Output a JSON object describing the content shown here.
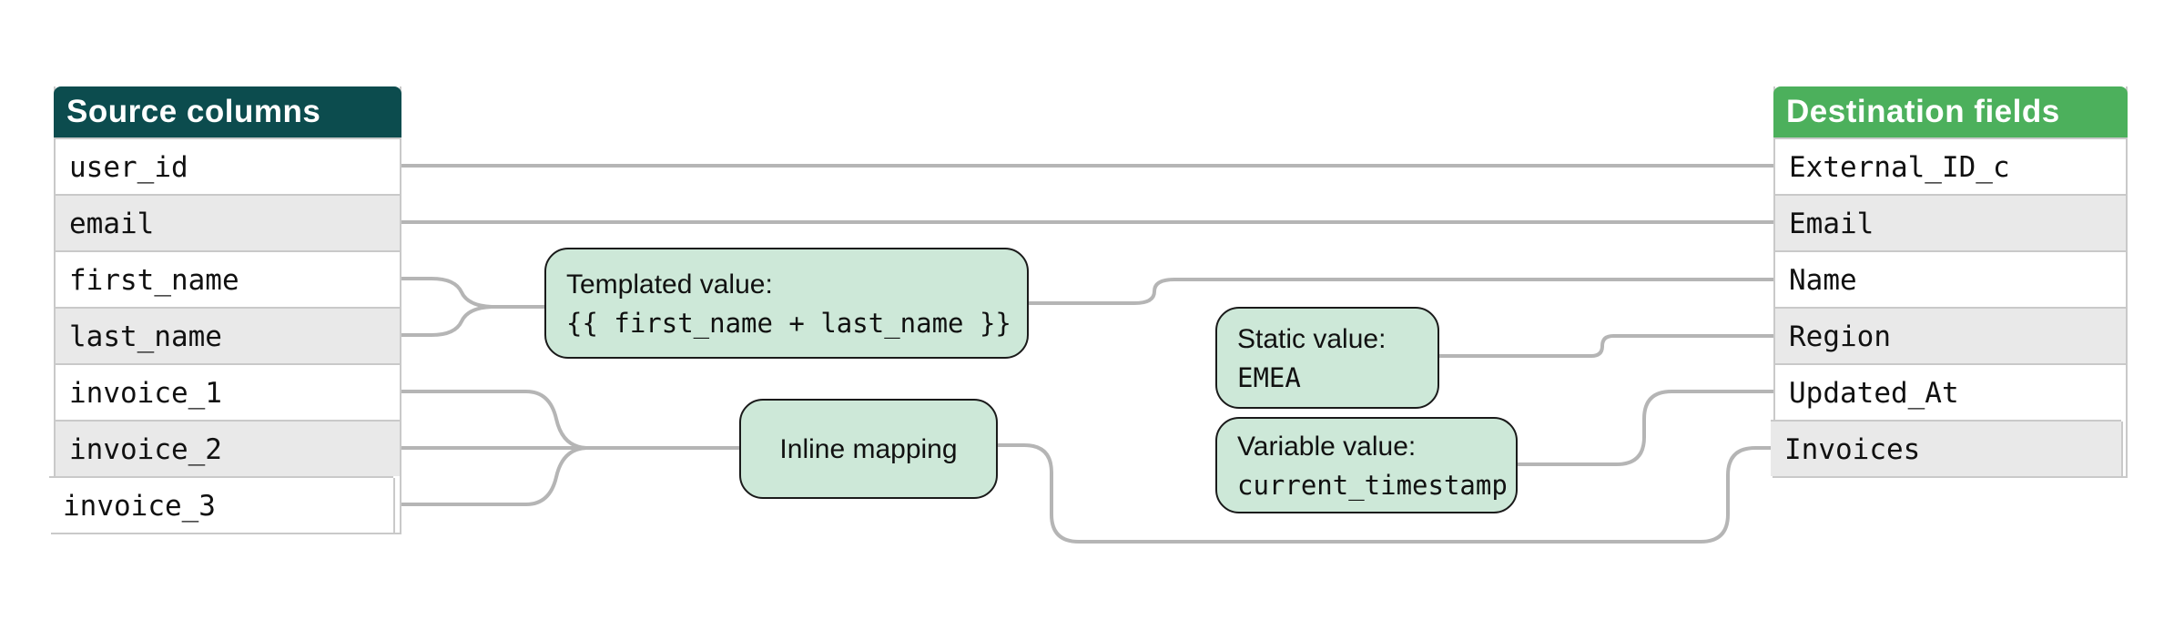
{
  "source_table": {
    "title": "Source columns",
    "rows": [
      "user_id",
      "email",
      "first_name",
      "last_name",
      "invoice_1",
      "invoice_2",
      "invoice_3"
    ]
  },
  "destination_table": {
    "title": "Destination fields",
    "rows": [
      "External_ID_c",
      "Email",
      "Name",
      "Region",
      "Updated_At",
      "Invoices"
    ]
  },
  "transform_nodes": [
    {
      "id": "templated-value",
      "label": "Templated value:",
      "code": "{{ first_name + last_name }}"
    },
    {
      "id": "inline-mapping",
      "label": "Inline mapping",
      "code": ""
    },
    {
      "id": "static-value",
      "label": "Static value:",
      "code": "EMEA"
    },
    {
      "id": "variable-value",
      "label": "Variable value:",
      "code": "current_timestamp"
    }
  ],
  "mappings": [
    {
      "from": [
        "user_id"
      ],
      "via": null,
      "to": "External_ID_c"
    },
    {
      "from": [
        "email"
      ],
      "via": null,
      "to": "Email"
    },
    {
      "from": [
        "first_name",
        "last_name"
      ],
      "via": "Templated value",
      "to": "Name"
    },
    {
      "from": [],
      "via": "Static value",
      "to": "Region"
    },
    {
      "from": [],
      "via": "Variable value",
      "to": "Updated_At"
    },
    {
      "from": [
        "invoice_1",
        "invoice_2",
        "invoice_3"
      ],
      "via": "Inline mapping",
      "to": "Invoices"
    }
  ],
  "colors": {
    "source_header_bg": "#0c4c4e",
    "destination_header_bg": "#4cb05c",
    "node_fill": "#cde8d8",
    "node_border": "#1a1a1a",
    "connector": "#b5b5b5",
    "row_alt_bg": "#e9e9e9",
    "row_border": "#c9c9c9",
    "text": "#111111"
  }
}
